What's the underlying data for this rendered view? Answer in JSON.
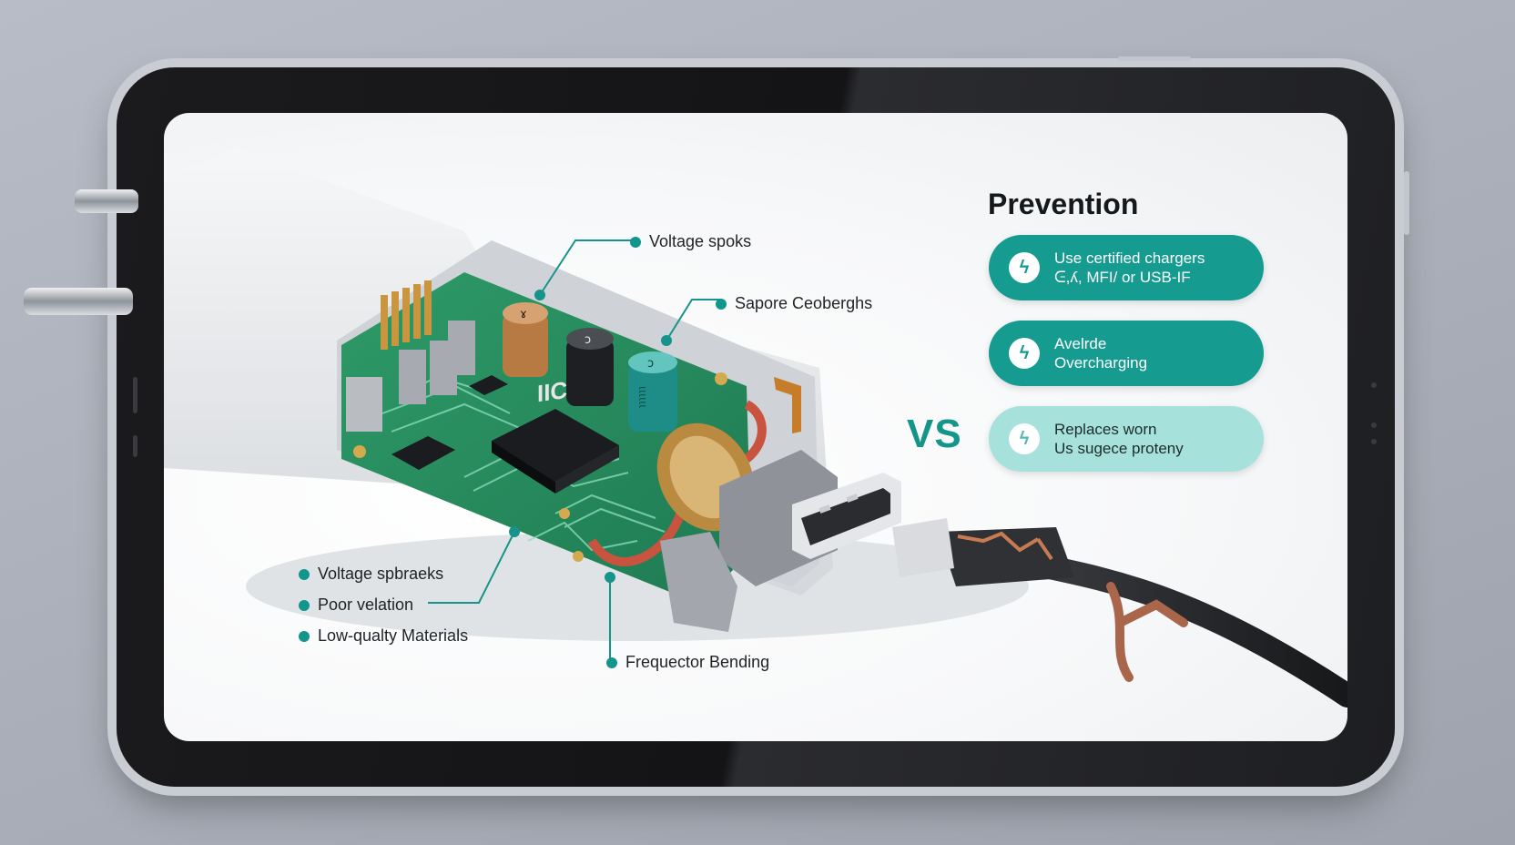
{
  "callouts": {
    "top_1": "Voltage spoks",
    "top_2": "Sapore Ceoberghs",
    "list": [
      "Voltage spbraeks",
      "Poor velation",
      "Low-qualty Materials"
    ],
    "bottom": "Frequector Bending"
  },
  "chip_label": "IIC",
  "capacitor_marks": [
    "ɤ",
    "ɔ",
    "ɔ"
  ],
  "capacitor_text": "ɩɩɩɩɩɩ",
  "vs_label": "VS",
  "prevention": {
    "title": "Prevention",
    "items": [
      {
        "icon": "lightning-icon",
        "line1": "Use certified chargers",
        "line2": "ᕮ,ʎ, MFI/ or USB-IF",
        "style": "dark"
      },
      {
        "icon": "lightning-circle-icon",
        "line1": "Avelrde",
        "line2": "Overcharging",
        "style": "dark"
      },
      {
        "icon": "lightning-circle-icon",
        "line1": "Replaces worn",
        "line2": "Us sugece proteny",
        "style": "light"
      }
    ]
  },
  "colors": {
    "accent": "#159b90",
    "accent_light": "#a6e2db",
    "pcb": "#2e9a68"
  }
}
